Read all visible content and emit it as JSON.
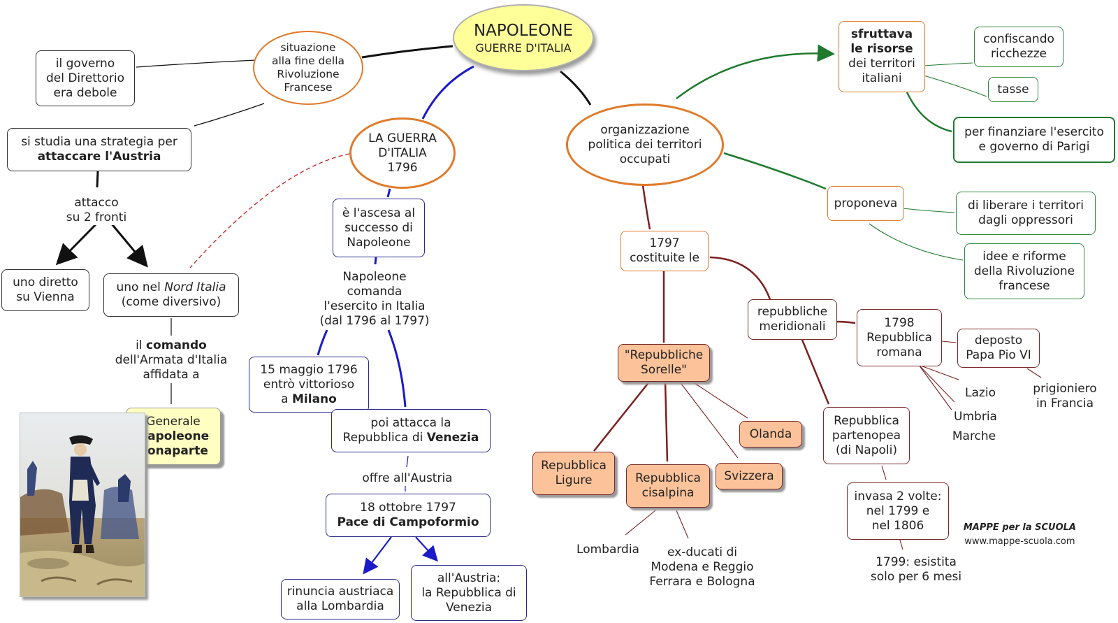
{
  "center": {
    "title": "NAPOLEONE",
    "subtitle": "GUERRE D'ITALIA"
  },
  "left": {
    "situazione": [
      "situazione",
      "alla fine della",
      "Rivoluzione",
      "Francese"
    ],
    "governo": [
      "il governo",
      "del Direttorio",
      "era debole"
    ],
    "strategia_line1": "si studia una strategia per",
    "strategia_line2": "attaccare l'Austria",
    "attacco": [
      "attacco",
      "su 2 fronti"
    ],
    "vienna": [
      "uno diretto",
      "su Vienna"
    ],
    "nord_pre": "uno nel ",
    "nord_it": "Nord Italia",
    "nord_line2": "(come diversivo)",
    "comando_pre": "il ",
    "comando_b": "comando",
    "comando_rest": [
      "dell'Armata d'Italia",
      "affidata a"
    ],
    "generale": "Generale",
    "napoleone_b": [
      "Napoleone",
      "Bonaparte"
    ]
  },
  "middle": {
    "guerra": [
      "LA GUERRA",
      "D'ITALIA",
      "1796"
    ],
    "ascesa": [
      "è l'ascesa al",
      "successo di",
      "Napoleone"
    ],
    "comanda": [
      "Napoleone",
      "comanda",
      "l'esercito in Italia",
      "(dal 1796 al 1797)"
    ],
    "maggio": [
      "15 maggio 1796",
      "entrò vittorioso"
    ],
    "maggio_pre": "a ",
    "maggio_b": "Milano",
    "venezia_line1": "poi attacca la",
    "venezia_pre": "Repubblica di ",
    "venezia_b": "Venezia",
    "offre": "offre all'Austria",
    "campo_line1": "18 ottobre 1797",
    "campo_b": "Pace di Campoformio",
    "rinuncia": [
      "rinuncia austriaca",
      "alla Lombardia"
    ],
    "austria": [
      "all'Austria:",
      "la Repubblica di",
      "Venezia"
    ]
  },
  "right": {
    "organizzazione": [
      "organizzazione",
      "politica dei territori",
      "occupati"
    ],
    "sfruttava_b": [
      "sfruttava",
      "le risorse"
    ],
    "sfruttava_rest": [
      "dei territori",
      "italiani"
    ],
    "confiscando": [
      "confiscando",
      "ricchezze"
    ],
    "tasse": "tasse",
    "finanziare": [
      "per finanziare l'esercito",
      "e governo di Parigi"
    ],
    "proponeva": "proponeva",
    "liberare": [
      "di liberare i territori",
      "dagli oppressori"
    ],
    "idee": [
      "idee e riforme",
      "della Rivoluzione",
      "francese"
    ],
    "costituite": [
      "1797",
      "costituite le"
    ],
    "sorelle": [
      "\"Repubbliche",
      "Sorelle\""
    ],
    "ligure": [
      "Repubblica",
      "Ligure"
    ],
    "cisalpina": [
      "Repubblica",
      "cisalpina"
    ],
    "svizzera": "Svizzera",
    "olanda": "Olanda",
    "lombardia": "Lombardia",
    "exducati": [
      "ex-ducati di",
      "Modena e Reggio",
      "Ferrara e Bologna"
    ],
    "meridionali": [
      "repubbliche",
      "meridionali"
    ],
    "romana": [
      "1798",
      "Repubblica",
      "romana"
    ],
    "papa": [
      "deposto",
      "Papa Pio VI"
    ],
    "prigioniero": [
      "prigioniero",
      "in Francia"
    ],
    "lazio": "Lazio",
    "umbria": "Umbria",
    "marche": "Marche",
    "partenopea": [
      "Repubblica",
      "partenopea",
      "(di Napoli)"
    ],
    "invasa": [
      "invasa 2 volte:",
      "nel 1799 e",
      "nel 1806"
    ],
    "esistita": [
      "1799: esistita",
      "solo per 6 mesi"
    ]
  },
  "brand": {
    "title": "MAPPE per la SCUOLA",
    "url": "www.mappe-scuola.com"
  },
  "colors": {
    "center_fill": "#ffff9a",
    "orange": "#e07a2a",
    "blue": "#1a1ac8",
    "green": "#1f7a2e",
    "maroon": "#7a2020",
    "peach": "#fcc39a",
    "yellow": "#ffffc2"
  }
}
